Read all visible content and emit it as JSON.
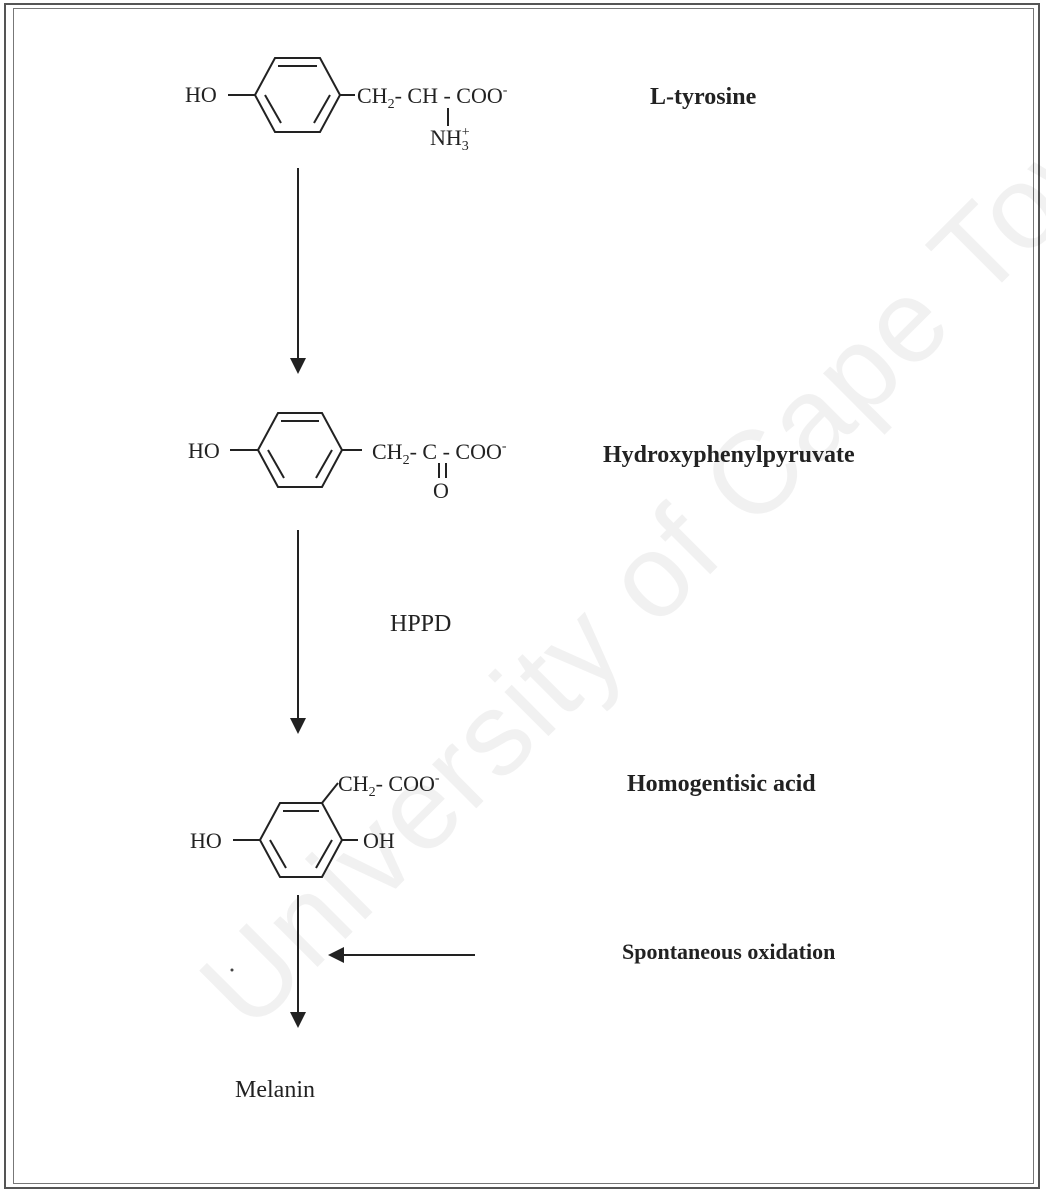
{
  "watermark": "University of Cape Town",
  "compounds": [
    {
      "name": "L-tyrosine",
      "formula_parts": [
        "HO",
        "CH",
        "2",
        "CH - COO",
        "-",
        "NH",
        "+",
        "3"
      ]
    },
    {
      "name": "Hydroxyphenylpyruvate",
      "formula_parts": [
        "HO",
        "CH",
        "2",
        "C - COO",
        "-",
        "O"
      ]
    },
    {
      "name": "Homogentisic acid",
      "formula_parts": [
        "CH",
        "2",
        "- COO",
        "-",
        "HO",
        "OH"
      ]
    }
  ],
  "enzyme_label": "HPPD",
  "process_label": "Spontaneous oxidation",
  "product_label": "Melanin"
}
